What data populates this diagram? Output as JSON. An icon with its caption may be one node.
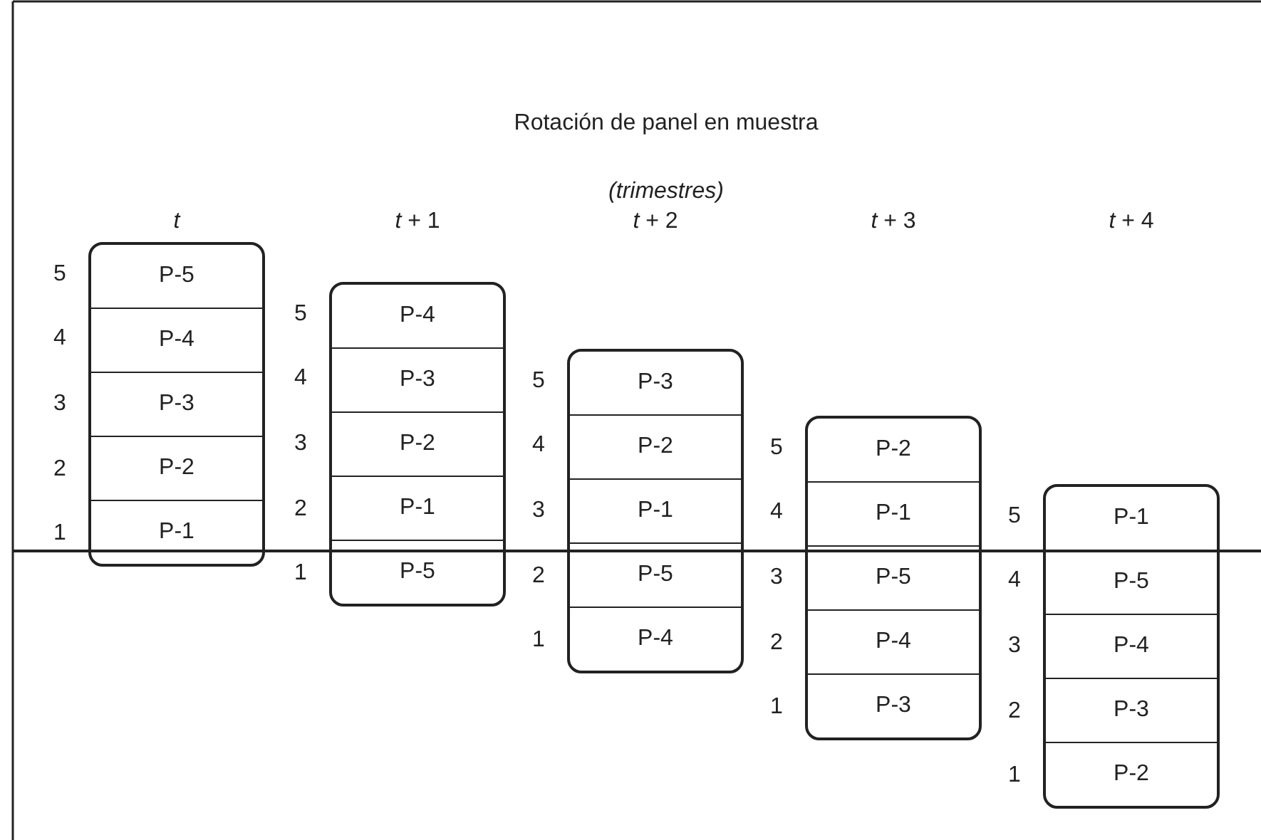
{
  "diagram": {
    "title": "Rotación de panel en muestra",
    "nodes": [
      {
        "text": [],
        "shape": "box"
      },
      {
        "text": [
          "P-5"
        ],
        "in": 0
      },
      {
        "text": [
          "P-4"
        ],
        "in": 0
      },
      {
        "text": [
          "P-3"
        ],
        "in": 0
      },
      {
        "text": [
          "P-2"
        ],
        "in": 0
      },
      {
        "text": [
          "P-1"
        ],
        "in": 0
      },
      {
        "text": [],
        "shape": "box"
      },
      {
        "text": [
          "P-4"
        ],
        "in": 6
      },
      {
        "text": [
          "P-3"
        ],
        "in": 6
      },
      {
        "text": [
          "P-2"
        ],
        "in": 6
      },
      {
        "text": [
          "P-1"
        ],
        "in": 6
      },
      {
        "text": [
          "P-5"
        ],
        "in": 6
      },
      {
        "text": [],
        "shape": "box"
      },
      {
        "text": [
          "P-3"
        ],
        "in": 12
      },
      {
        "text": [
          "P-2"
        ],
        "in": 12
      },
      {
        "text": [
          "P-1"
        ],
        "in": 12
      },
      {
        "text": [
          "P-5"
        ],
        "in": 12
      },
      {
        "text": [
          "P-4"
        ],
        "in": 12
      },
      {
        "text": [],
        "shape": "box"
      },
      {
        "text": [
          "P-2"
        ],
        "in": 18
      },
      {
        "text": [
          "P-1"
        ],
        "in": 18
      },
      {
        "text": [
          "P-5"
        ],
        "in": 18
      },
      {
        "text": [
          "P-4"
        ],
        "in": 18
      },
      {
        "text": [
          "P-3"
        ],
        "in": 18
      },
      {
        "text": [],
        "shape": "box"
      },
      {
        "text": [
          "P-1"
        ],
        "in": 24
      },
      {
        "text": [
          "P-5"
        ],
        "in": 24
      },
      {
        "text": [
          "P-4"
        ],
        "in": 24
      },
      {
        "text": [
          "P-3"
        ],
        "in": 24
      },
      {
        "text": [
          "P-2"
        ],
        "in": 24
      }
    ],
    "edges": [],
    "labels": [
      "(trimestres)",
      "*t*",
      "*t* + 1",
      "*t* + 2",
      "*t* + 3",
      "*t* + 4",
      "5",
      "4",
      "3",
      "2",
      "1",
      "5",
      "4",
      "3",
      "2",
      "1",
      "5",
      "4",
      "3",
      "2",
      "1",
      "5",
      "4",
      "3",
      "2",
      "1",
      "5",
      "4",
      "3",
      "2",
      "1"
    ]
  }
}
